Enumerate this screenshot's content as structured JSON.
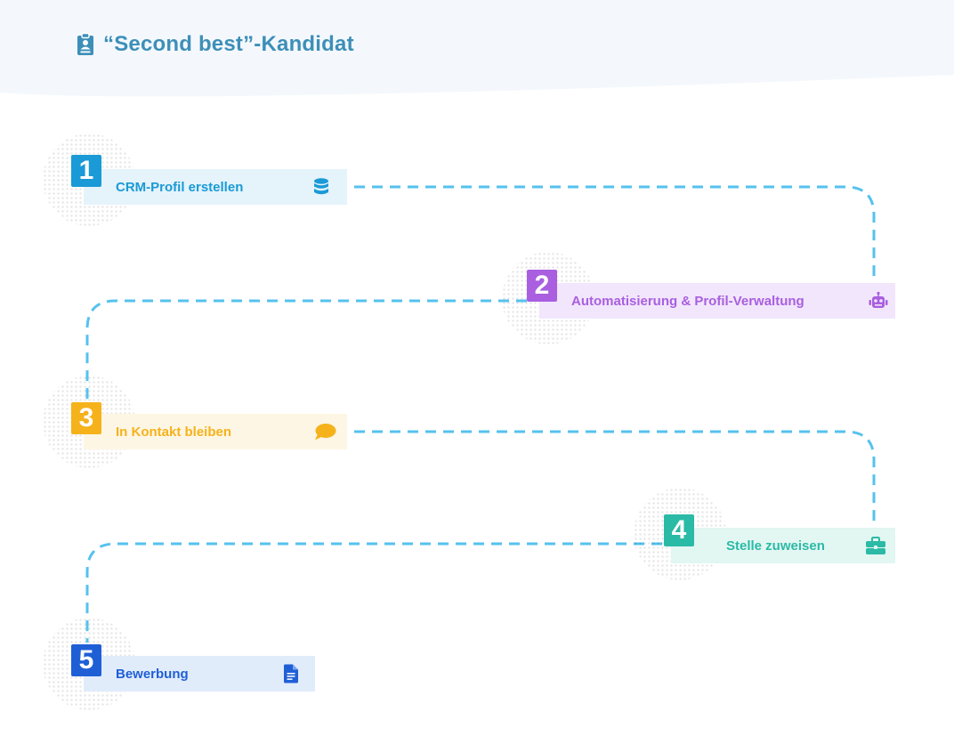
{
  "title": "“Second best”-Kandidat",
  "icons": {
    "title": "clipboard-user-icon"
  },
  "steps": [
    {
      "number": "1",
      "label": "CRM-Profil erstellen",
      "icon": "database-icon",
      "color": "#1a9ad6",
      "bg": "#e5f3fb"
    },
    {
      "number": "2",
      "label": "Automatisierung & Profil-Verwaltung",
      "icon": "robot-icon",
      "color": "#a95fe0",
      "bg": "#f1e6fb"
    },
    {
      "number": "3",
      "label": "In Kontakt bleiben",
      "icon": "chat-bubble-icon",
      "color": "#f5b21b",
      "bg": "#fef6e4"
    },
    {
      "number": "4",
      "label": "Stelle zuweisen",
      "icon": "briefcase-icon",
      "color": "#2bbaa6",
      "bg": "#e2f6f2"
    },
    {
      "number": "5",
      "label": "Bewerbung",
      "icon": "document-icon",
      "color": "#1f5fd6",
      "bg": "#e1ecfb"
    }
  ],
  "colors": {
    "connector": "#55c2ee",
    "title": "#3d8fb8",
    "header_bg": "#f4f8fc"
  }
}
